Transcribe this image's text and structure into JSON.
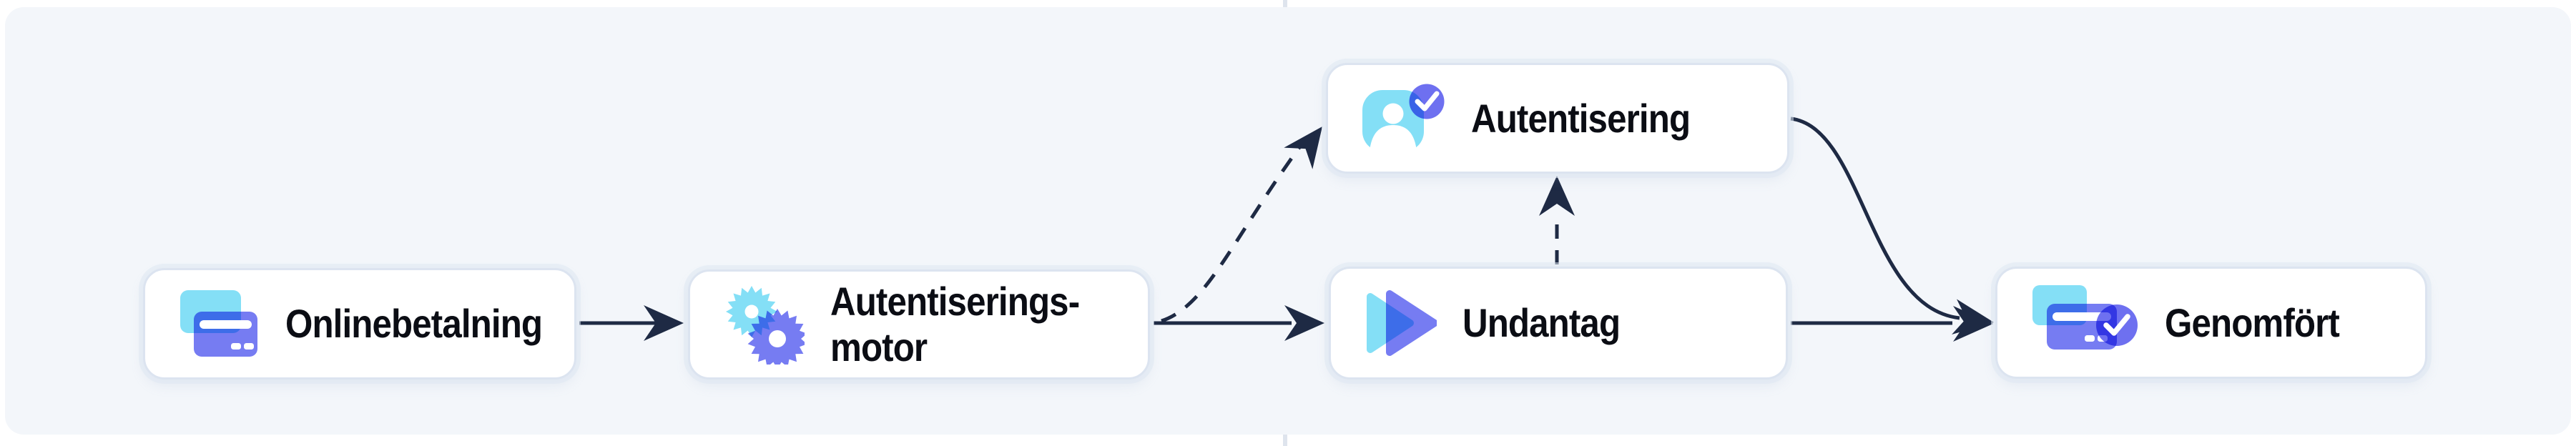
{
  "colors": {
    "canvas_bg": "#f3f6fa",
    "node_bg": "#ffffff",
    "node_border": "#dce4f0",
    "arrow": "#1e2a44",
    "text": "#0b0d14",
    "cyan": "#84dff6",
    "indigo": "#767cf2",
    "badge_indigo": "#6e70f0"
  },
  "diagram": {
    "nodes": [
      {
        "id": "onlinebetalning",
        "label": "Onlinebetalning",
        "icon": "payment-card-icon"
      },
      {
        "id": "autentiseringsmotor",
        "label": "Autentiserings-\nmotor",
        "icon": "gears-icon"
      },
      {
        "id": "autentisering",
        "label": "Autentisering",
        "icon": "user-verified-icon"
      },
      {
        "id": "undantag",
        "label": "Undantag",
        "icon": "fast-forward-icon"
      },
      {
        "id": "genomfort",
        "label": "Genomfört",
        "icon": "payment-verified-icon"
      }
    ],
    "edges": [
      {
        "from": "onlinebetalning",
        "to": "autentiseringsmotor",
        "style": "solid"
      },
      {
        "from": "autentiseringsmotor",
        "to": "undantag",
        "style": "solid"
      },
      {
        "from": "autentiseringsmotor",
        "to": "autentisering",
        "style": "dashed"
      },
      {
        "from": "undantag",
        "to": "autentisering",
        "style": "dashed"
      },
      {
        "from": "autentisering",
        "to": "genomfort",
        "style": "solid"
      },
      {
        "from": "undantag",
        "to": "genomfort",
        "style": "solid"
      }
    ]
  }
}
